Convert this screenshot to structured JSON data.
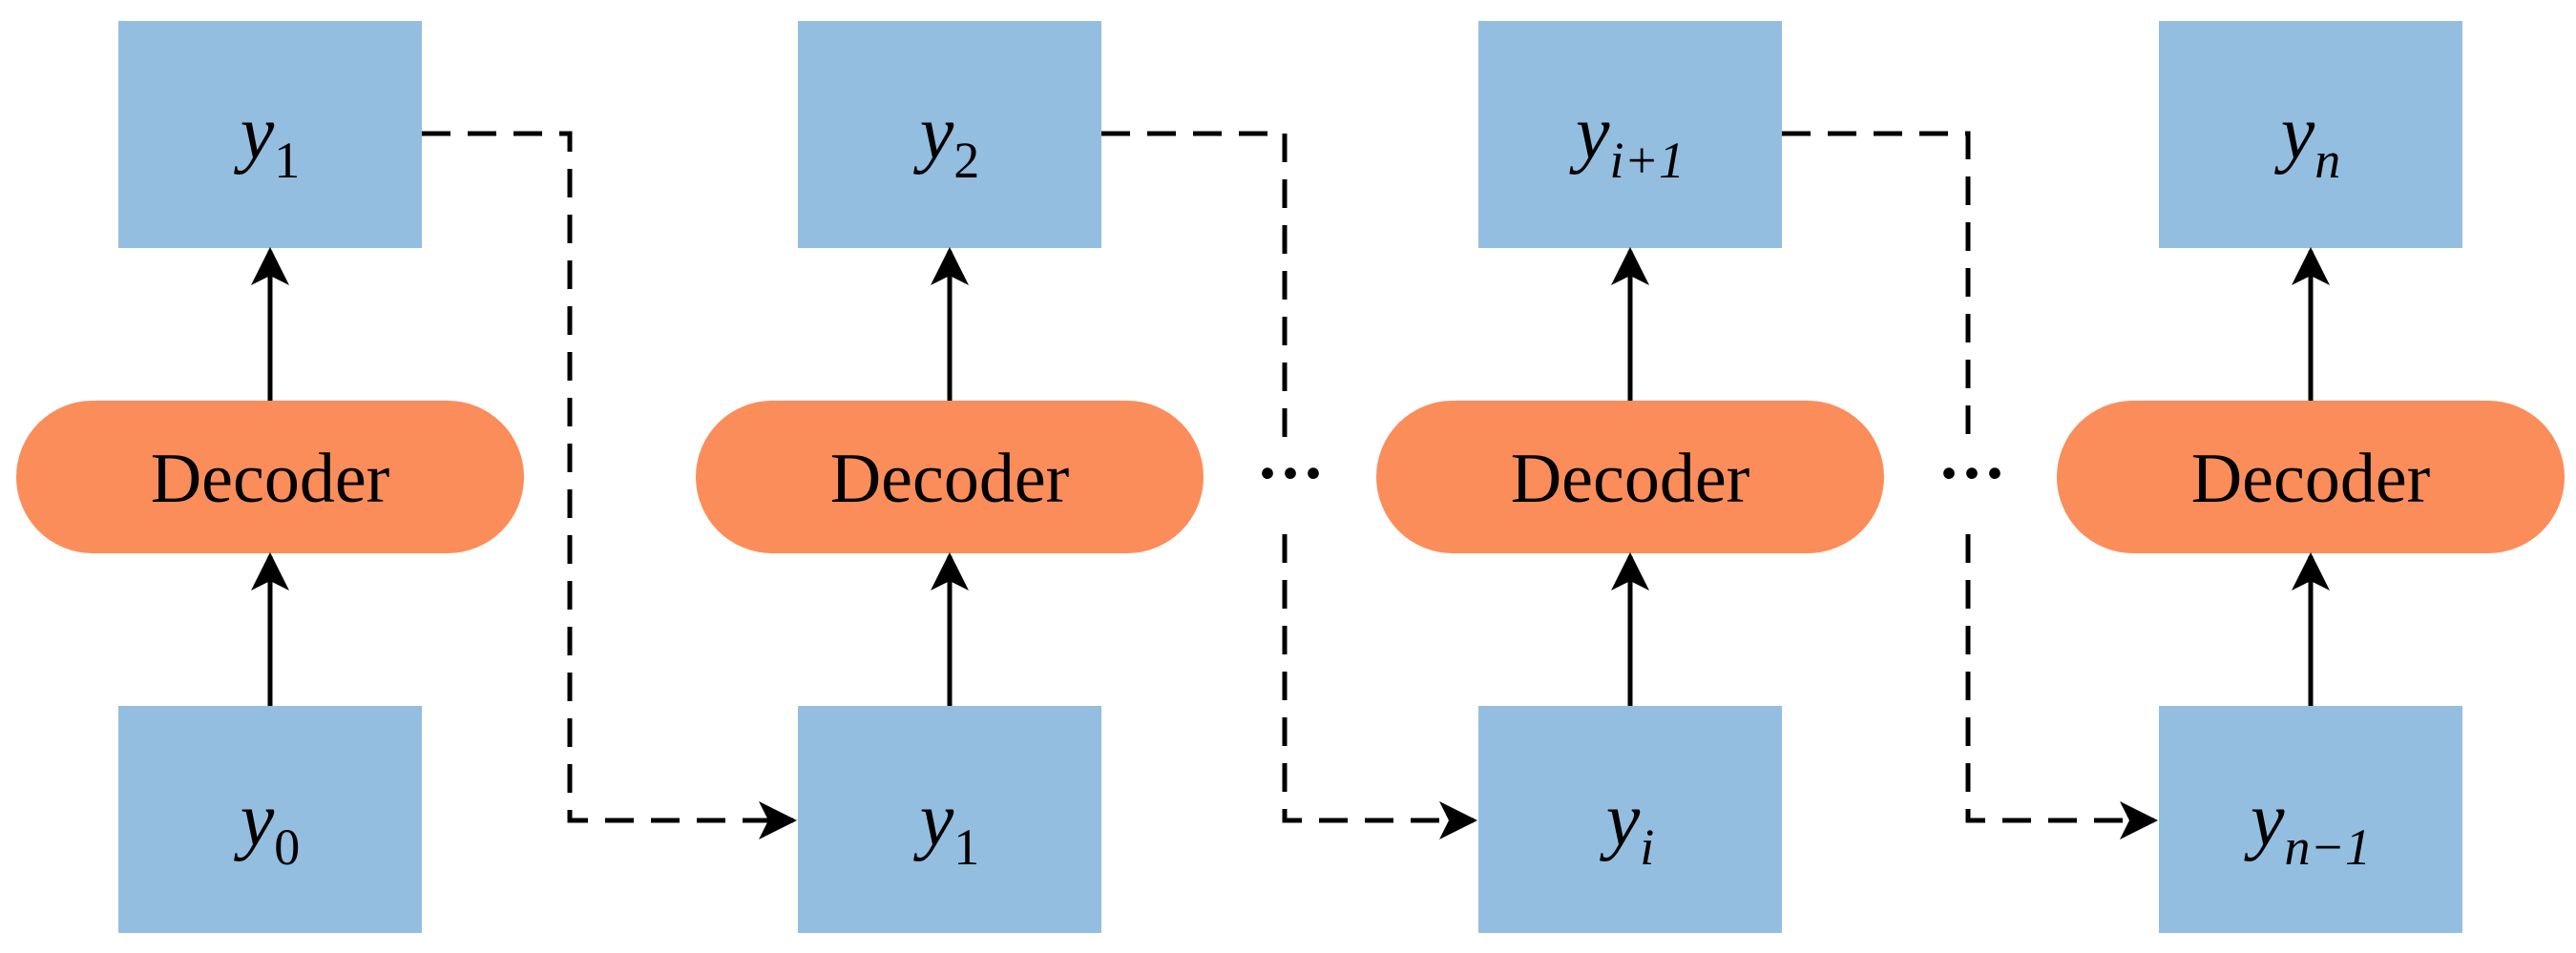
{
  "colors": {
    "token_box": "#93bee0",
    "decoder": "#fb8d5b",
    "line": "#000000"
  },
  "decoder_label": "Decoder",
  "ellipsis": "···",
  "stages": [
    {
      "output": {
        "base": "y",
        "sub": "1"
      },
      "input": {
        "base": "y",
        "sub": "0"
      }
    },
    {
      "output": {
        "base": "y",
        "sub": "2"
      },
      "input": {
        "base": "y",
        "sub": "1"
      }
    },
    {
      "output": {
        "base": "y",
        "sub": "i+1"
      },
      "input": {
        "base": "y",
        "sub": "i"
      }
    },
    {
      "output": {
        "base": "y",
        "sub": "n"
      },
      "input": {
        "base": "y",
        "sub": "n−1"
      }
    }
  ]
}
